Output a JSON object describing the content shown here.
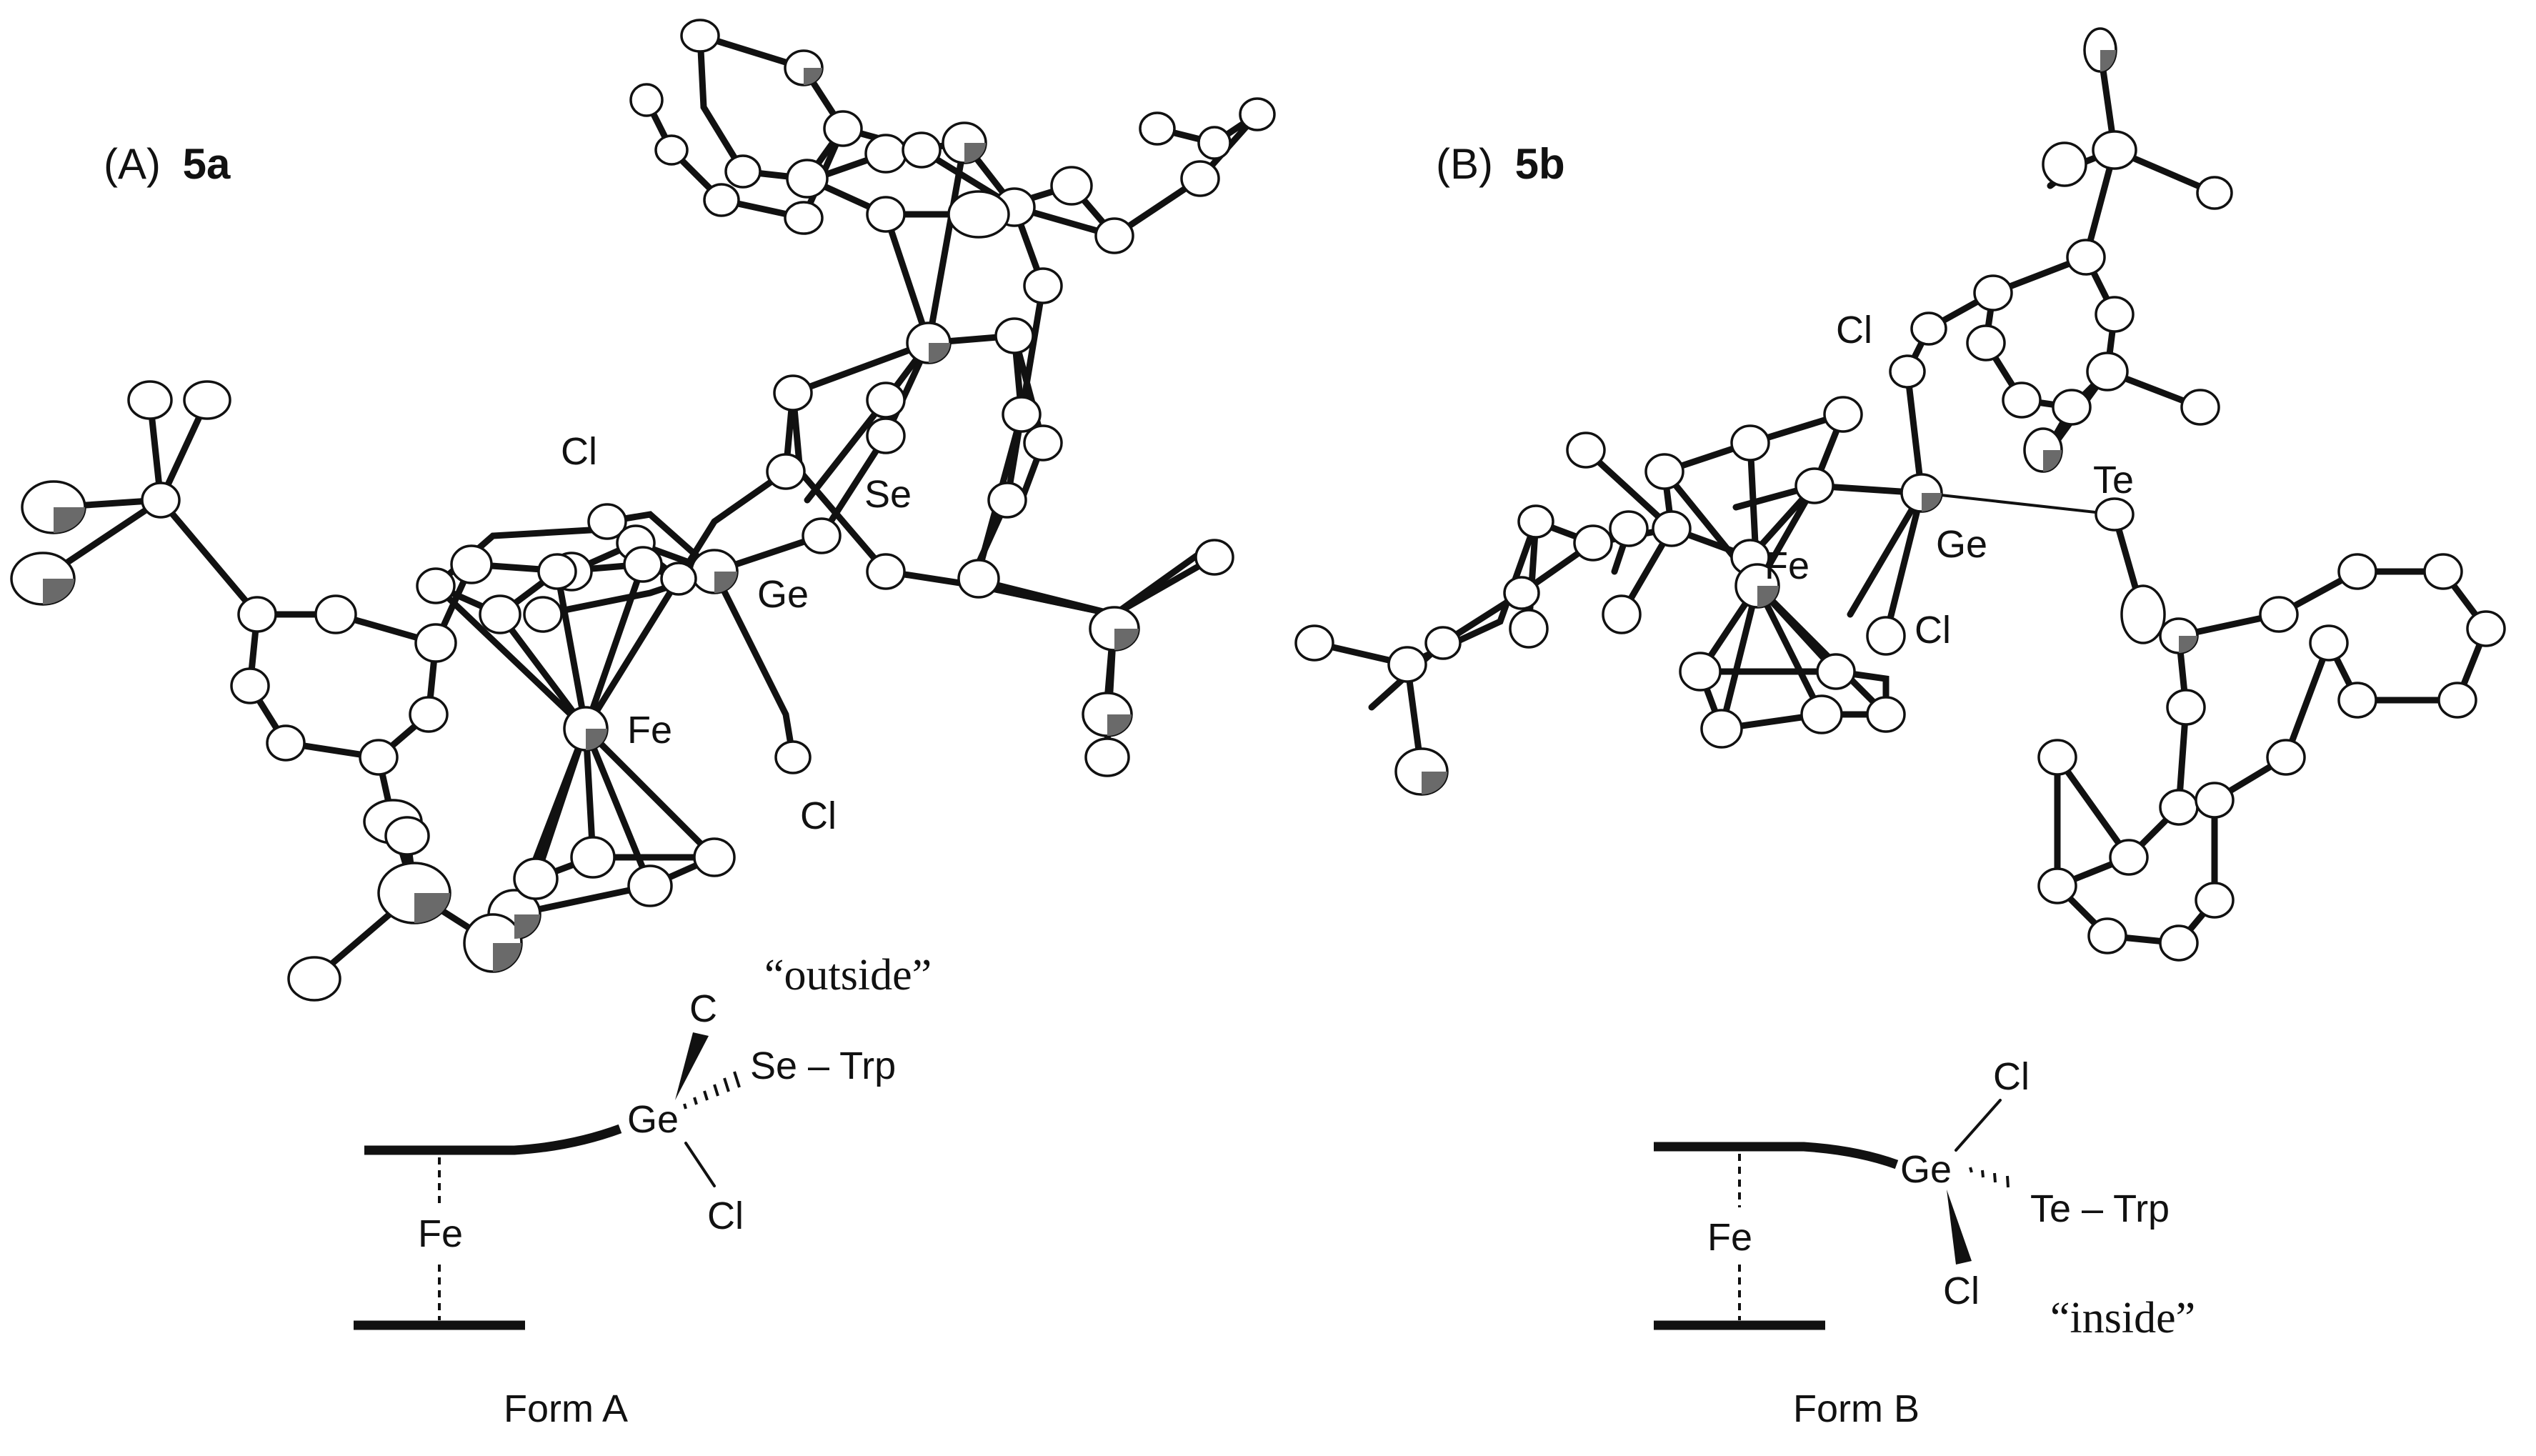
{
  "panel_a": {
    "label_prefix": "(A)",
    "label_bold": "5a",
    "atoms": {
      "se": "Se",
      "ge": "Ge",
      "fe": "Fe",
      "cl_top": "Cl",
      "cl_bottom": "Cl"
    }
  },
  "panel_b": {
    "label_prefix": "(B)",
    "label_bold": "5b",
    "atoms": {
      "te": "Te",
      "ge": "Ge",
      "fe": "Fe",
      "cl_top": "Cl",
      "cl_right": "Cl"
    }
  },
  "form_a": {
    "note": "“outside”",
    "c": "C",
    "se_trp": "Se – Trp",
    "ge": "Ge",
    "cl": "Cl",
    "fe": "Fe",
    "caption": "Form A"
  },
  "form_b": {
    "note": "“inside”",
    "cl_top": "Cl",
    "te_trp": "Te – Trp",
    "ge": "Ge",
    "cl_bottom": "Cl",
    "fe": "Fe",
    "caption": "Form B"
  },
  "colors": {
    "ink": "#111111",
    "shade": "#6a6a6a",
    "background": "#ffffff"
  }
}
